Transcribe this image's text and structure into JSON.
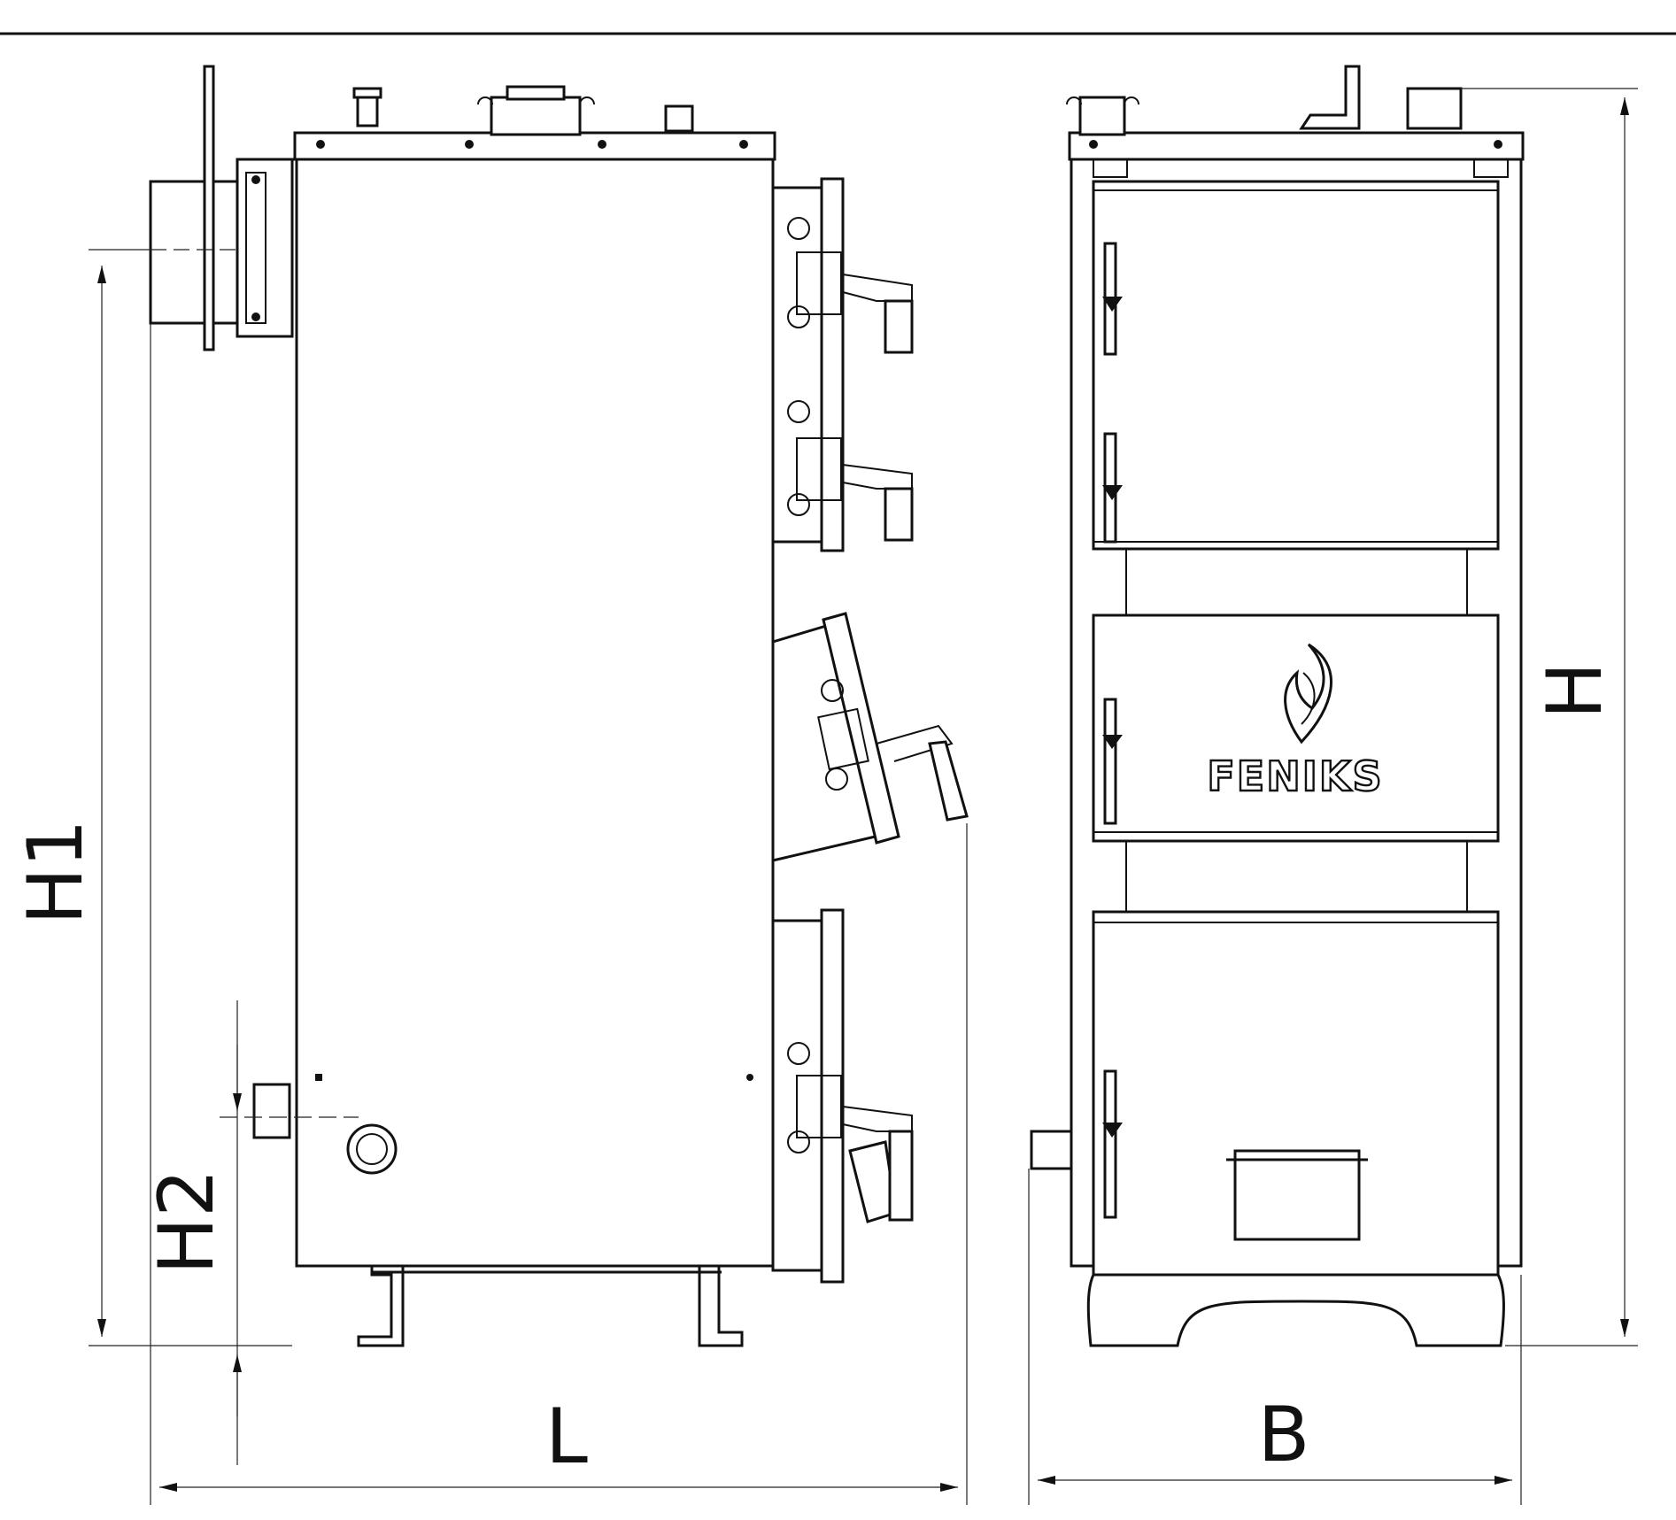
{
  "dimensions": {
    "h1": "H1",
    "h2": "H2",
    "h": "H",
    "l": "L",
    "b": "B"
  },
  "brand": {
    "name": "FENIKS"
  },
  "colors": {
    "line": "#111111",
    "background": "#ffffff"
  }
}
